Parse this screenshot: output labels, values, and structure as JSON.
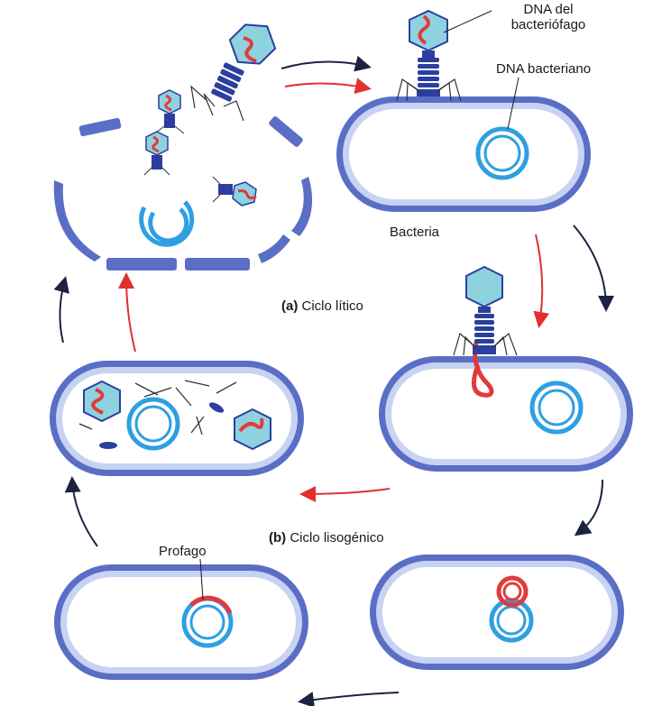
{
  "labels": {
    "phage_dna": "DNA del\nbacteriófago",
    "bacterial_dna": "DNA bacteriano",
    "bacteria": "Bacteria",
    "lytic_letter": "(a)",
    "lytic_text": "Ciclo lítico",
    "lysogenic_letter": "(b)",
    "lysogenic_text": "Ciclo lisogénico",
    "prophage": "Profago"
  },
  "colors": {
    "membrane_outer": "#5a6ec6",
    "membrane_inner": "#c8d2f2",
    "cytoplasm": "#ffffff",
    "bacterial_dna": "#2f9fe2",
    "phage_dna": "#e23a3a",
    "phage_head": "#8fd2df",
    "phage_tail": "#2c3f9e",
    "arrow_dark": "#1c2340",
    "arrow_red": "#e03030"
  }
}
